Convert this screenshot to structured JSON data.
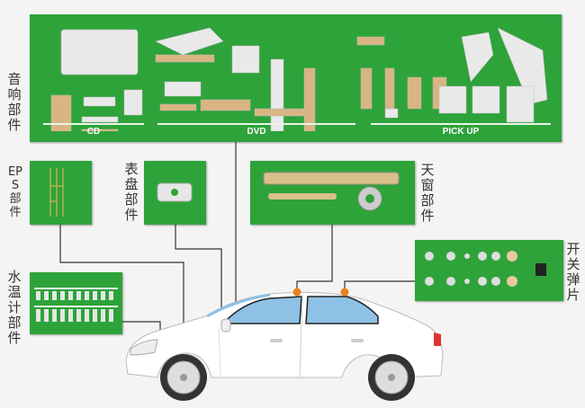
{
  "labels": {
    "audio": "音响部件",
    "eps": "EPS部件",
    "dial": "表盘部件",
    "sunroof": "天窗部件",
    "switch": "开关弹片",
    "water_temp": "水温计部件"
  },
  "audio_sections": {
    "cd": "CD",
    "dvd": "DVD",
    "pickup": "PICK UP"
  },
  "colors": {
    "panel_green": "#2ea33a",
    "connector_dot": "#e8841a",
    "car_body": "#ffffff",
    "window": "#8fc1e6"
  }
}
